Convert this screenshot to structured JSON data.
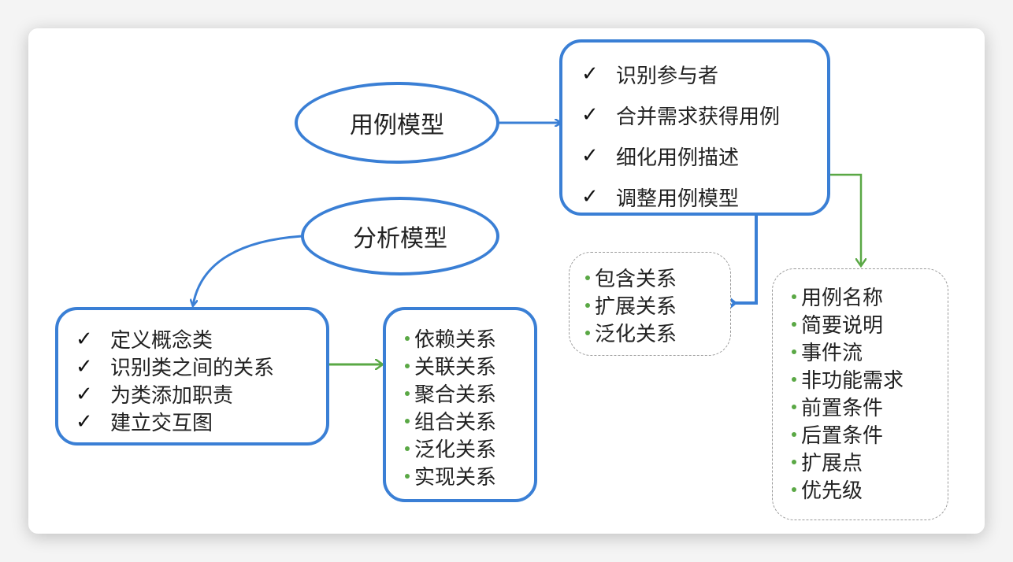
{
  "colors": {
    "primary_blue": "#3a7fd5",
    "arrow_green": "#5aa845",
    "bullet_green": "#5aa845",
    "grey_border": "#9a9a9a"
  },
  "use_case_model": {
    "title": "用例模型",
    "steps": [
      "识别参与者",
      "合并需求获得用例",
      "细化用例描述",
      "调整用例模型"
    ]
  },
  "use_case_relations": {
    "items": [
      "包含关系",
      "扩展关系",
      "泛化关系"
    ]
  },
  "use_case_description": {
    "items": [
      "用例名称",
      "简要说明",
      "事件流",
      "非功能需求",
      "前置条件",
      "后置条件",
      "扩展点",
      "优先级"
    ]
  },
  "analysis_model": {
    "title": "分析模型",
    "steps": [
      "定义概念类",
      "识别类之间的关系",
      "为类添加职责",
      "建立交互图"
    ]
  },
  "class_relations": {
    "items": [
      "依赖关系",
      "关联关系",
      "聚合关系",
      "组合关系",
      "泛化关系",
      "实现关系"
    ]
  },
  "icons": {
    "check": "✓"
  }
}
